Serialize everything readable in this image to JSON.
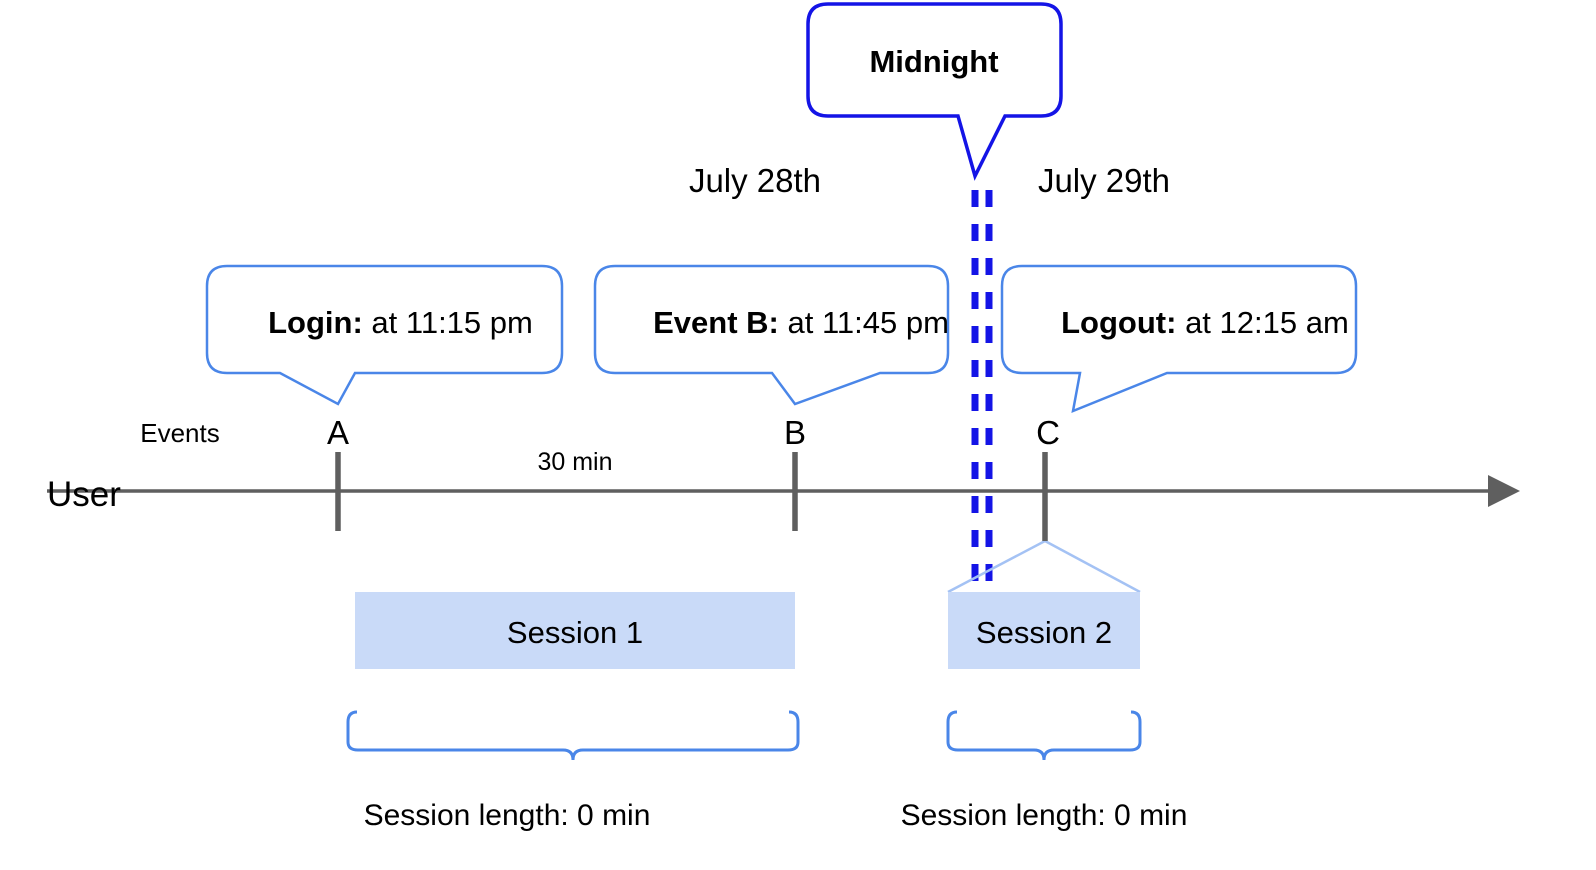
{
  "diagram": {
    "title_callout": {
      "label": "Midnight",
      "border_color": "#1414E6"
    },
    "dates": [
      {
        "label": "July 28th"
      },
      {
        "label": "July 29th"
      }
    ],
    "lanes": [
      {
        "label": "Events"
      },
      {
        "label": "User"
      }
    ],
    "event_callouts": [
      {
        "bold": "Login:",
        "rest": " at 11:15 pm",
        "anchor": "A"
      },
      {
        "bold": "Event B:",
        "rest": " at 11:45 pm",
        "anchor": "B"
      },
      {
        "bold": "Logout:",
        "rest": " at 12:15 am",
        "anchor": "C"
      }
    ],
    "event_markers": [
      {
        "letter": "A"
      },
      {
        "letter": "B"
      },
      {
        "letter": "C"
      }
    ],
    "duration_label": "30 min",
    "sessions": [
      {
        "label": "Session 1",
        "length_label": "Session length: 0 min"
      },
      {
        "label": "Session 2",
        "length_label": "Session length: 0 min"
      }
    ],
    "colors": {
      "midnight_blue": "#1414E6",
      "callout_blue": "#4A86E8",
      "session_fill": "#C9DAF8",
      "axis_gray": "#5F5F5F",
      "text_black": "#000000"
    }
  }
}
